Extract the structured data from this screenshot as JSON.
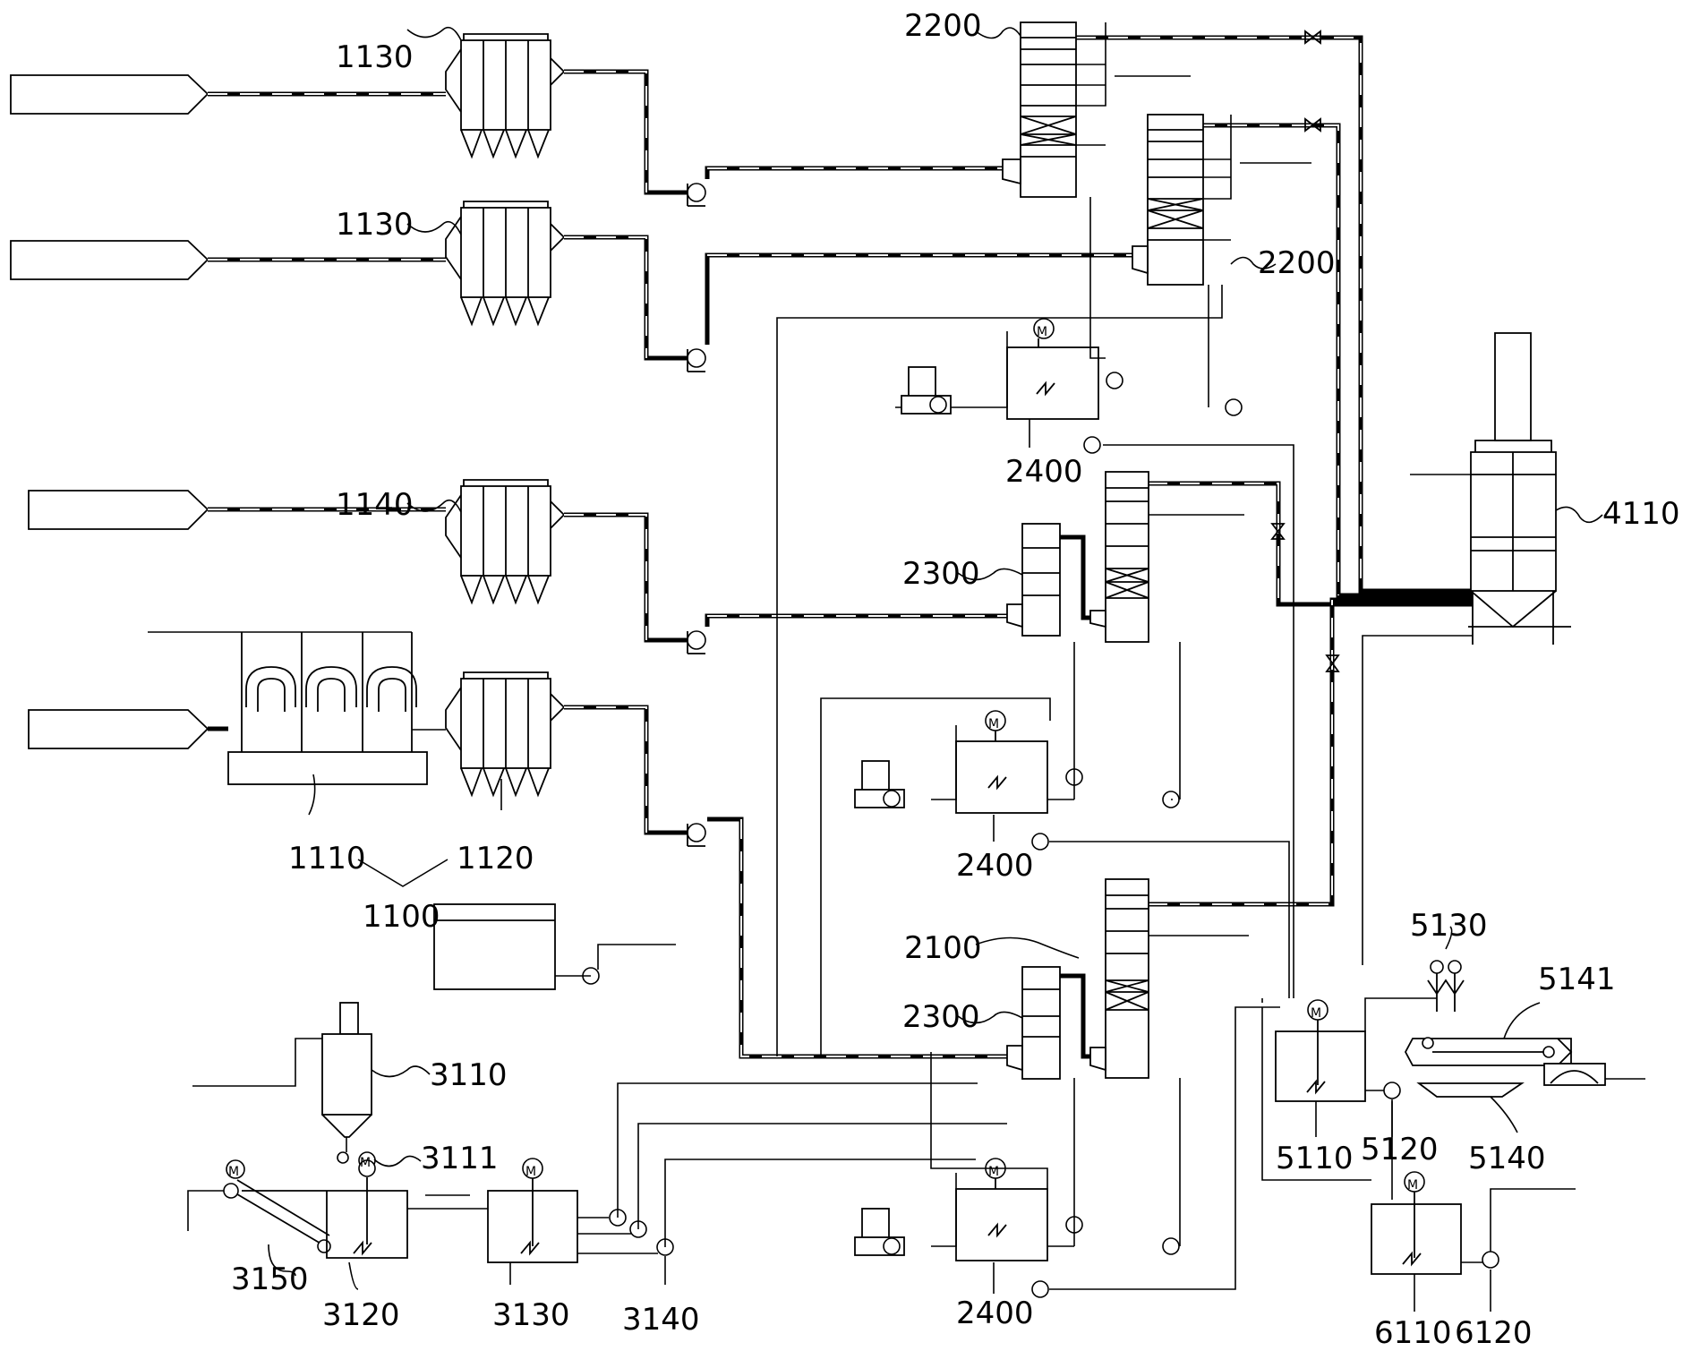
{
  "labels": {
    "dc_1130_a": "1130",
    "dc_1130_b": "1130",
    "dc_1140": "1140",
    "dc_1120": "1120",
    "unit_1110": "1110",
    "group_1100": "1100",
    "tower_2200_a": "2200",
    "tower_2200_b": "2200",
    "tank_2400_a": "2400",
    "tank_2400_b": "2400",
    "tank_2400_c": "2400",
    "tower_2300_a": "2300",
    "tower_2300_b": "2300",
    "tower_2100": "2100",
    "stack_4110": "4110",
    "silo_3110": "3110",
    "feeder_3111": "3111",
    "conveyor_3150": "3150",
    "tank_3120": "3120",
    "tank_3130": "3130",
    "pump_3140": "3140",
    "tank_5110": "5110",
    "pump_5120": "5120",
    "filter_5130": "5130",
    "belt_5141": "5141",
    "hopper_5140": "5140",
    "tank_6110": "6110",
    "pump_6120": "6120"
  },
  "motor_symbol": "M"
}
